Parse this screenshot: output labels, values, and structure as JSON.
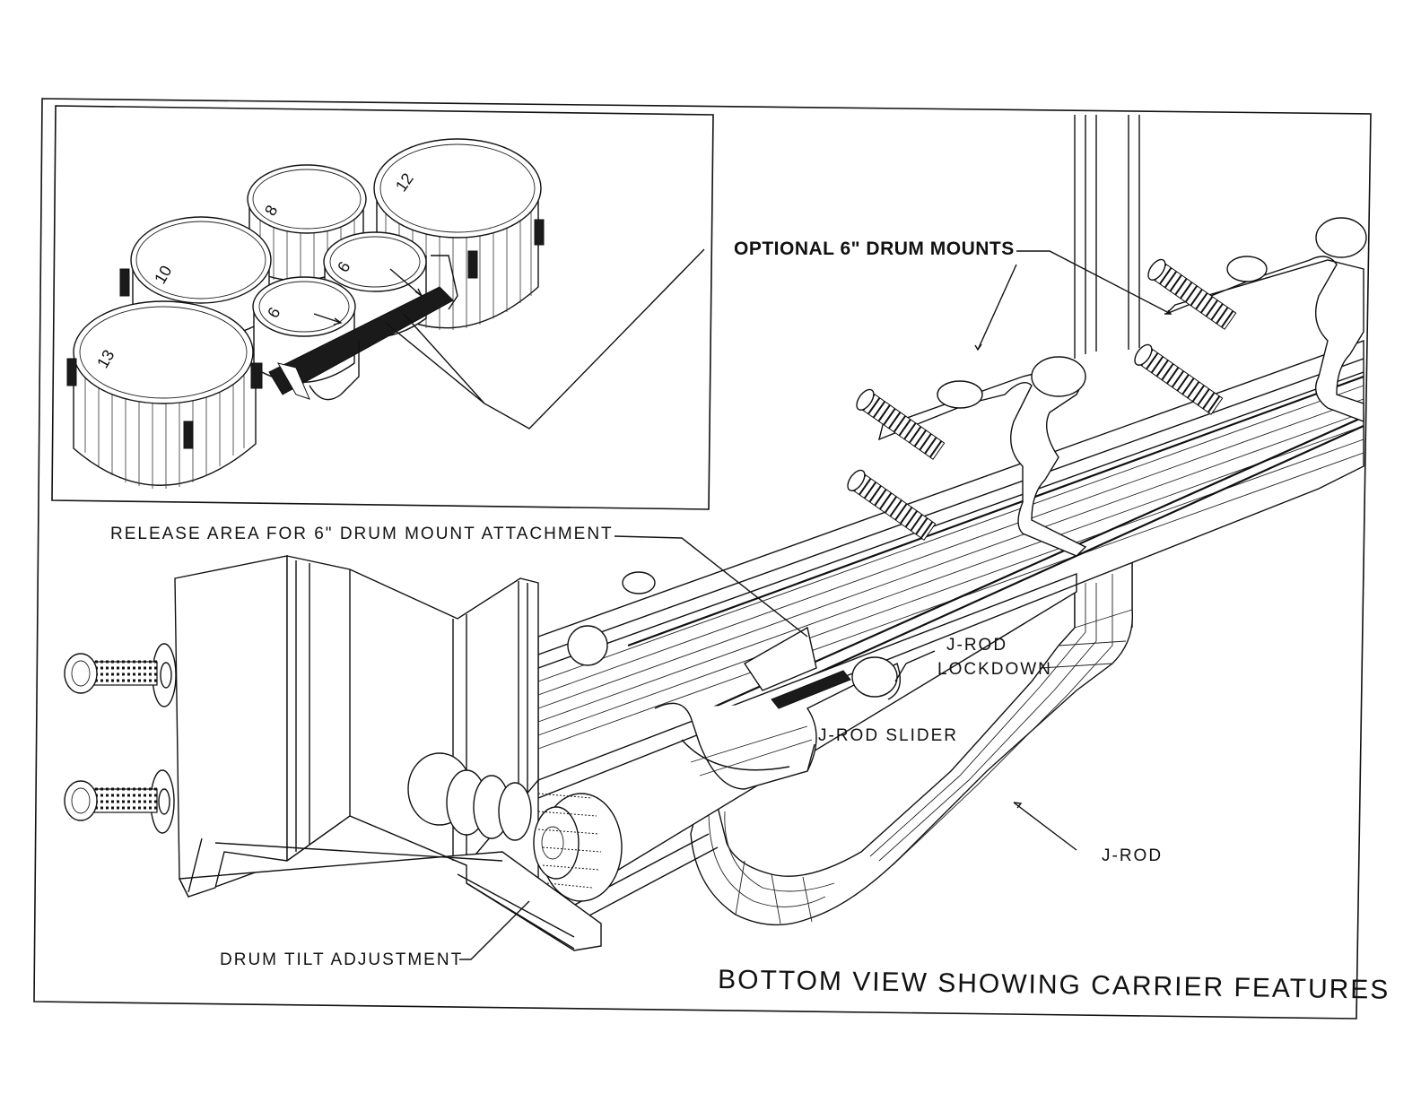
{
  "labels": {
    "optional_mounts": "OPTIONAL 6\" DRUM MOUNTS",
    "release_area": "RELEASE AREA FOR 6\" DRUM MOUNT ATTACHMENT",
    "jrod_lockdown_line1": "J-ROD",
    "jrod_lockdown_line2": "LOCKDOWN",
    "jrod_slider": "J-ROD SLIDER",
    "jrod": "J-ROD",
    "drum_tilt": "DRUM TILT ADJUSTMENT",
    "title": "BOTTOM VIEW SHOWING CARRIER FEATURES"
  },
  "drum_sizes": {
    "drum_13": "13",
    "drum_10": "10",
    "drum_8": "8",
    "drum_12": "12",
    "drum_6a": "6",
    "drum_6b": "6"
  }
}
